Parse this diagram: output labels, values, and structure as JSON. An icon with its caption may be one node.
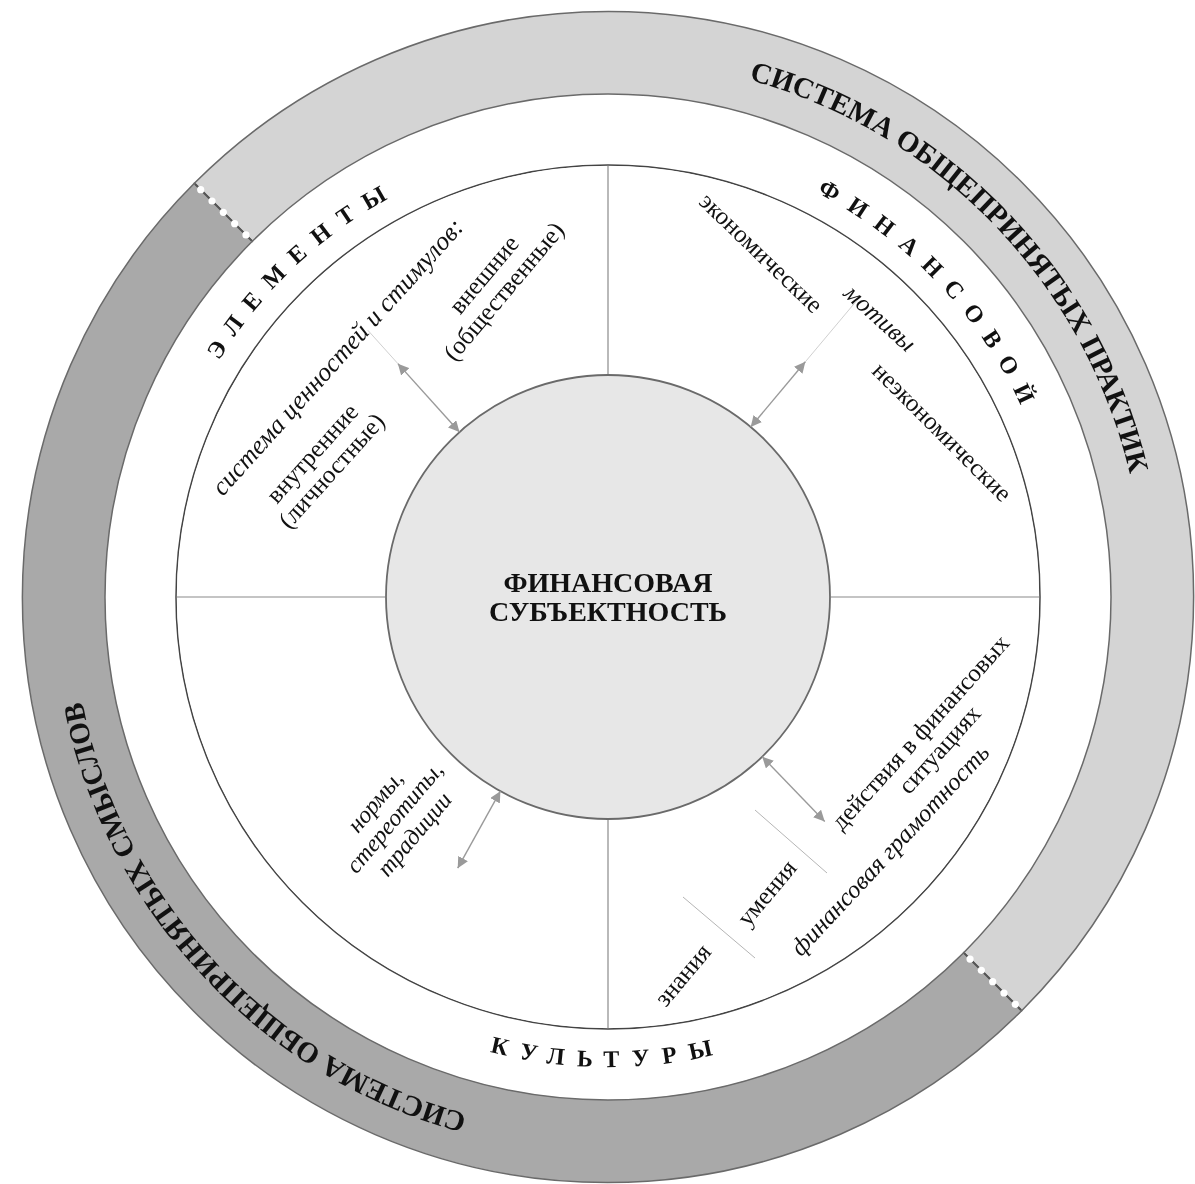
{
  "diagram": {
    "nodes": [
      {
        "text": [
          "СИСТЕМА ОБЩЕПРИНЯТЫХ ПРАКТИК"
        ]
      },
      {
        "text": [
          "СИСТЕМА ОБЩЕПРИНЯТЫХ СМЫСЛОВ"
        ]
      },
      {
        "text": [
          "ЭЛЕМЕНТЫ",
          "ФИНАНСОВОЙ",
          "КУЛЬТУРЫ"
        ]
      },
      {
        "text": [
          "система ценностей и стимулов:",
          "внешние (общественные)",
          "внутренние (личностные)"
        ],
        "in": 2
      },
      {
        "text": [
          "экономические",
          "мотивы",
          "неэкономические"
        ],
        "in": 2
      },
      {
        "text": [
          "действия в финансовых ситуациях",
          "умения",
          "финансовая грамотность",
          "знания"
        ],
        "in": 2
      },
      {
        "text": [
          "нормы, стереотипы, традиции"
        ],
        "in": 2
      },
      {
        "text": [
          "ФИНАНСОВАЯ СУБЪЕКТНОСТЬ"
        ],
        "in": 2
      }
    ],
    "edges": [
      {
        "from": 3,
        "to": 7,
        "arrow": "both"
      },
      {
        "from": 4,
        "to": 7,
        "arrow": "both"
      },
      {
        "from": 5,
        "to": 7,
        "arrow": "both"
      },
      {
        "from": 6,
        "to": 7,
        "arrow": "both"
      }
    ]
  }
}
